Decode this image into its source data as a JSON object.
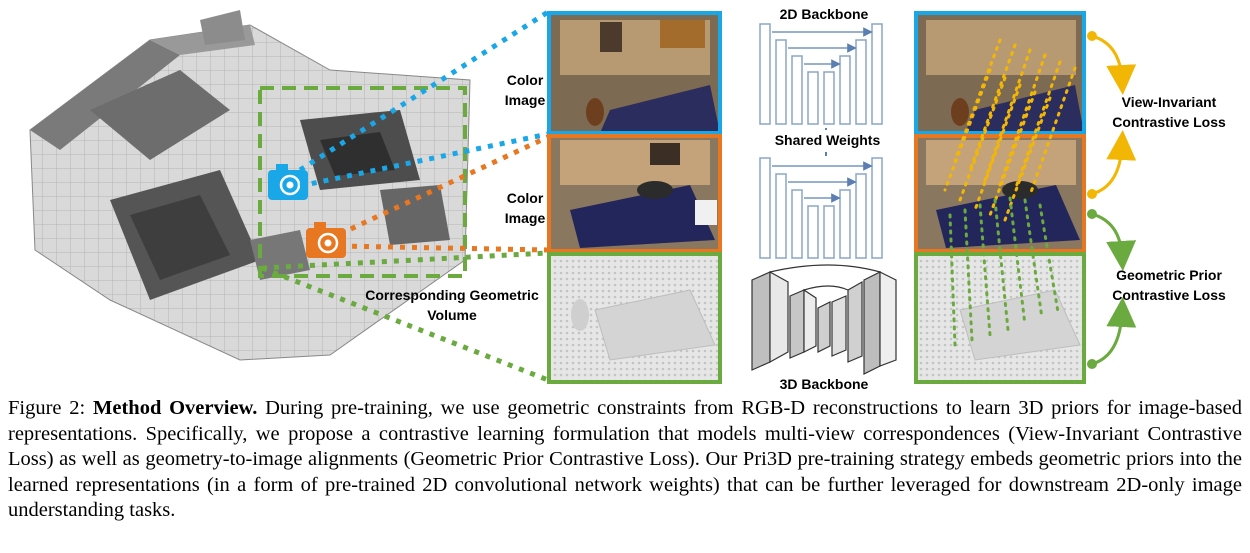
{
  "figure": {
    "labels": {
      "color_image_1": "Color\nImage",
      "color_image_2": "Color\nImage",
      "geometric_volume": "Corresponding Geometric\nVolume",
      "backbone_2d": "2D Backbone",
      "shared_weights": "Shared Weights",
      "backbone_3d": "3D Backbone",
      "view_invariant_loss": "View-Invariant\nContrastive Loss",
      "geometric_prior_loss": "Geometric Prior\nContrastive Loss"
    },
    "colors": {
      "view1": "#1aa7e8",
      "view2": "#e87722",
      "geometry": "#6aaa3f",
      "dashed_box": "#6aaa3f",
      "yellow_match": "#f2b705",
      "green_match": "#6aaa3f",
      "network_outline": "#8aa5c8"
    }
  },
  "caption": {
    "prefix": "Figure 2: ",
    "bold": "Method Overview.",
    "text": " During pre-training, we use geometric constraints from RGB-D reconstructions to learn 3D priors for image-based representations. Specifically, we propose a contrastive learning formulation that models multi-view correspondences (View-Invariant Contrastive Loss) as well as geometry-to-image alignments (Geometric Prior Contrastive Loss). Our Pri3D pre-training strategy embeds geometric priors into the learned representations (in a form of pre-trained 2D convolutional network weights) that can be further leveraged for downstream 2D-only image understanding tasks."
  }
}
